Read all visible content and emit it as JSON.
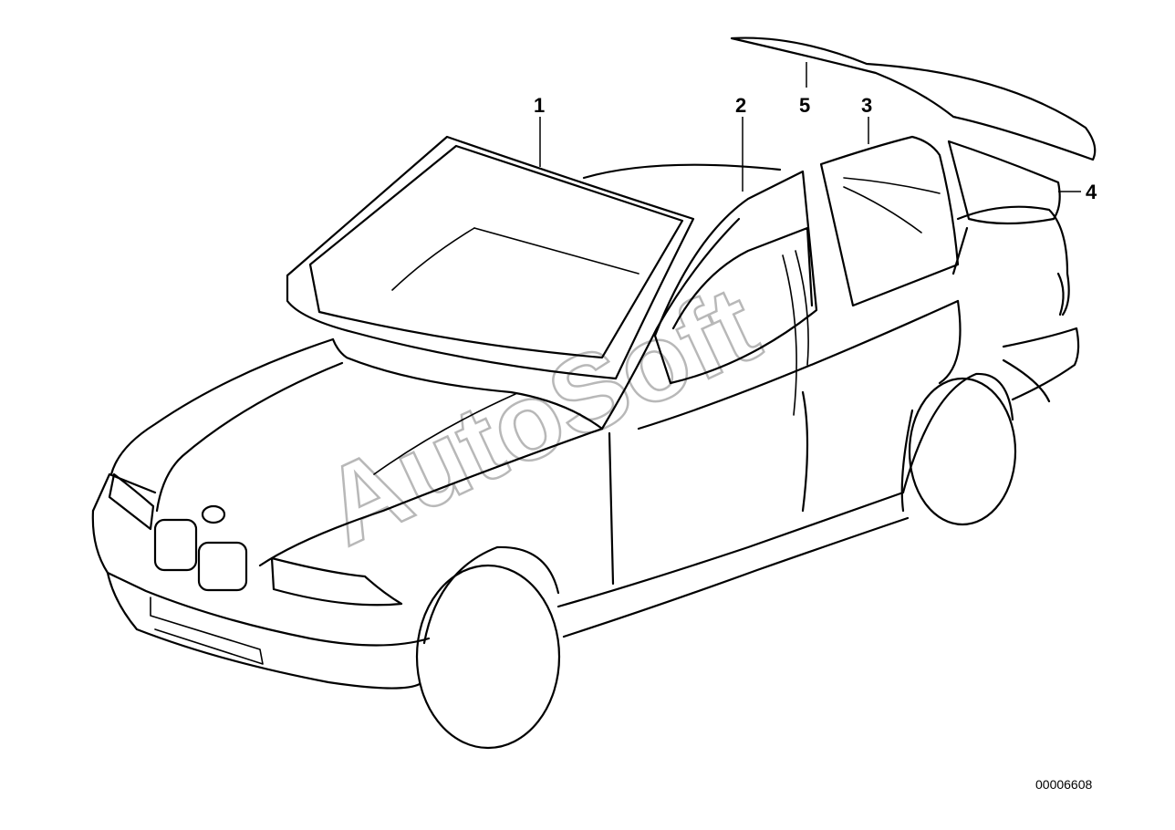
{
  "callouts": [
    {
      "label": "1"
    },
    {
      "label": "2"
    },
    {
      "label": "5"
    },
    {
      "label": "3"
    },
    {
      "label": "4"
    }
  ],
  "document_number": "00006608",
  "watermark": "AutoSoft"
}
